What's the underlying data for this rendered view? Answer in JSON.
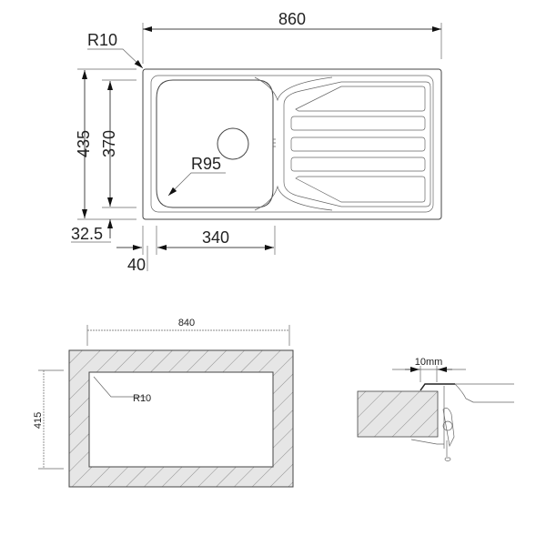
{
  "sink_top_view": {
    "overall_width": "860",
    "overall_depth": "435",
    "bowl_depth": "370",
    "corner_radius": "R10",
    "bowl_radius": "R95",
    "front_offset": "32.5",
    "bowl_width": "340",
    "side_offset": "40"
  },
  "cutout": {
    "width": "840",
    "depth": "415",
    "corner_radius": "R10"
  },
  "clamp_detail": {
    "overlap": "10mm"
  }
}
